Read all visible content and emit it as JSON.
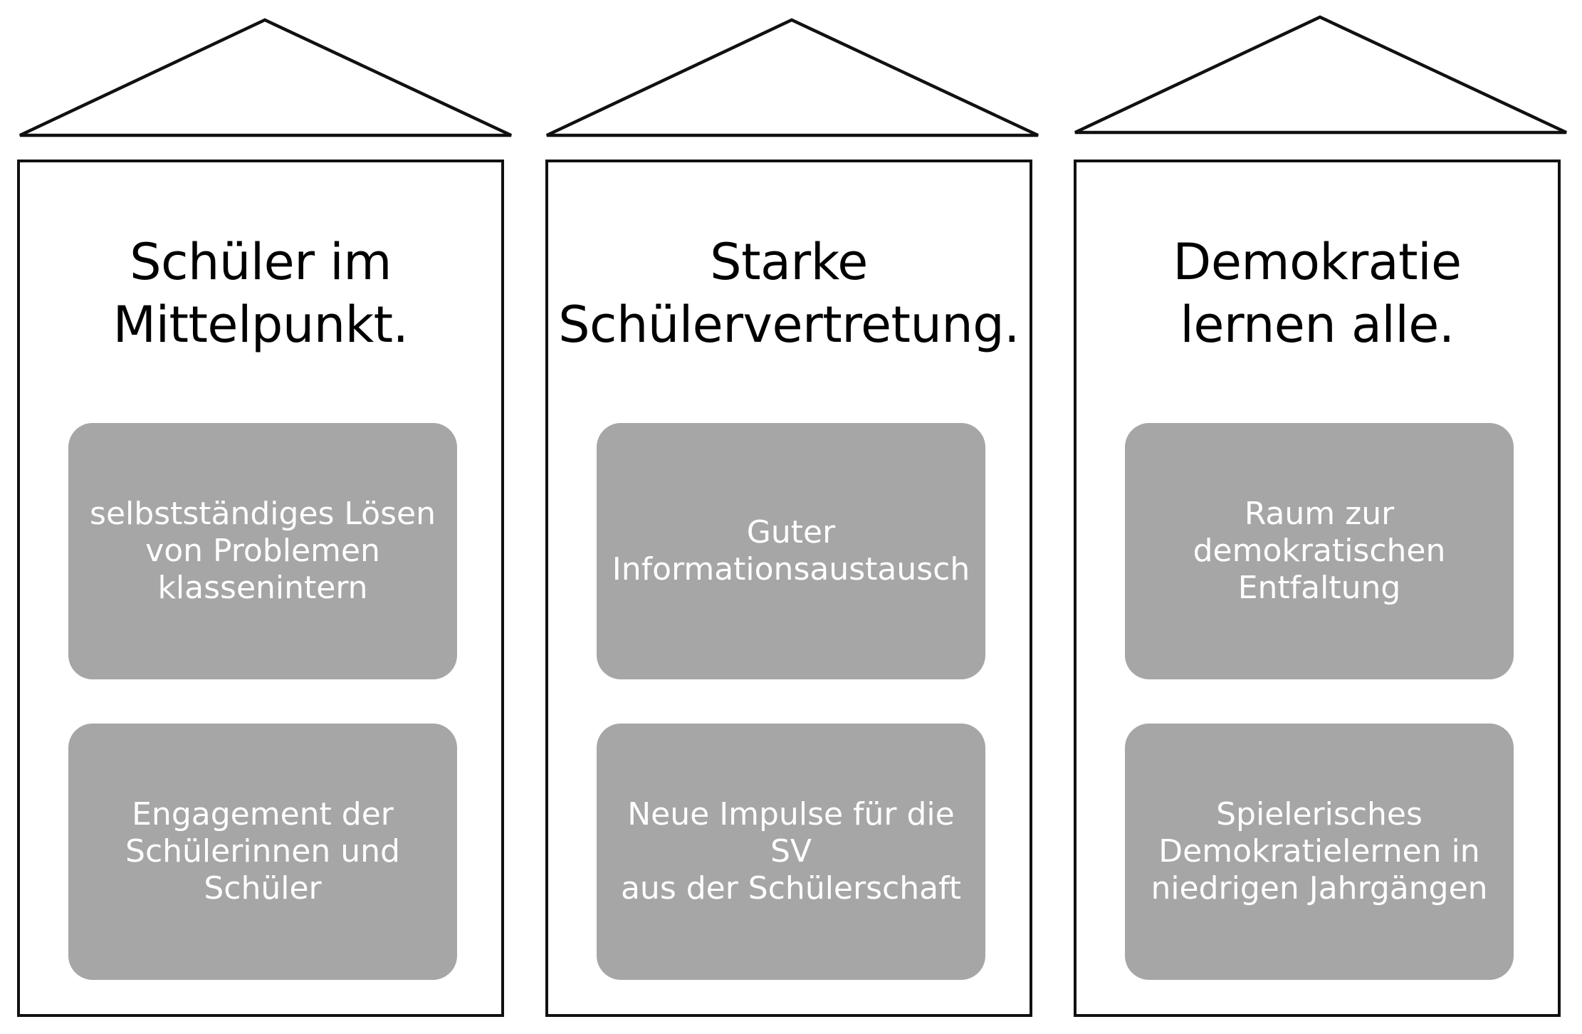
{
  "houses": [
    {
      "title": "Schüler im\nMittelpunkt.",
      "boxes": [
        "selbstständiges Lösen\nvon Problemen\nklassenintern",
        "Engagement der\nSchülerinnen und\nSchüler"
      ]
    },
    {
      "title": "Starke\nSchülervertretung.",
      "boxes": [
        "Guter\nInformationsaustausch",
        "Neue Impulse für die SV\naus der Schülerschaft"
      ]
    },
    {
      "title": "Demokratie\nlernen alle.",
      "boxes": [
        "Raum zur\ndemokratischen\nEntfaltung",
        "Spielerisches\nDemokratielernen in\nniedrigen Jahrgängen"
      ]
    }
  ],
  "colors": {
    "outline": "#111111",
    "box_fill": "#a6a6a6",
    "box_text": "#ffffff",
    "title_text": "#000000"
  }
}
